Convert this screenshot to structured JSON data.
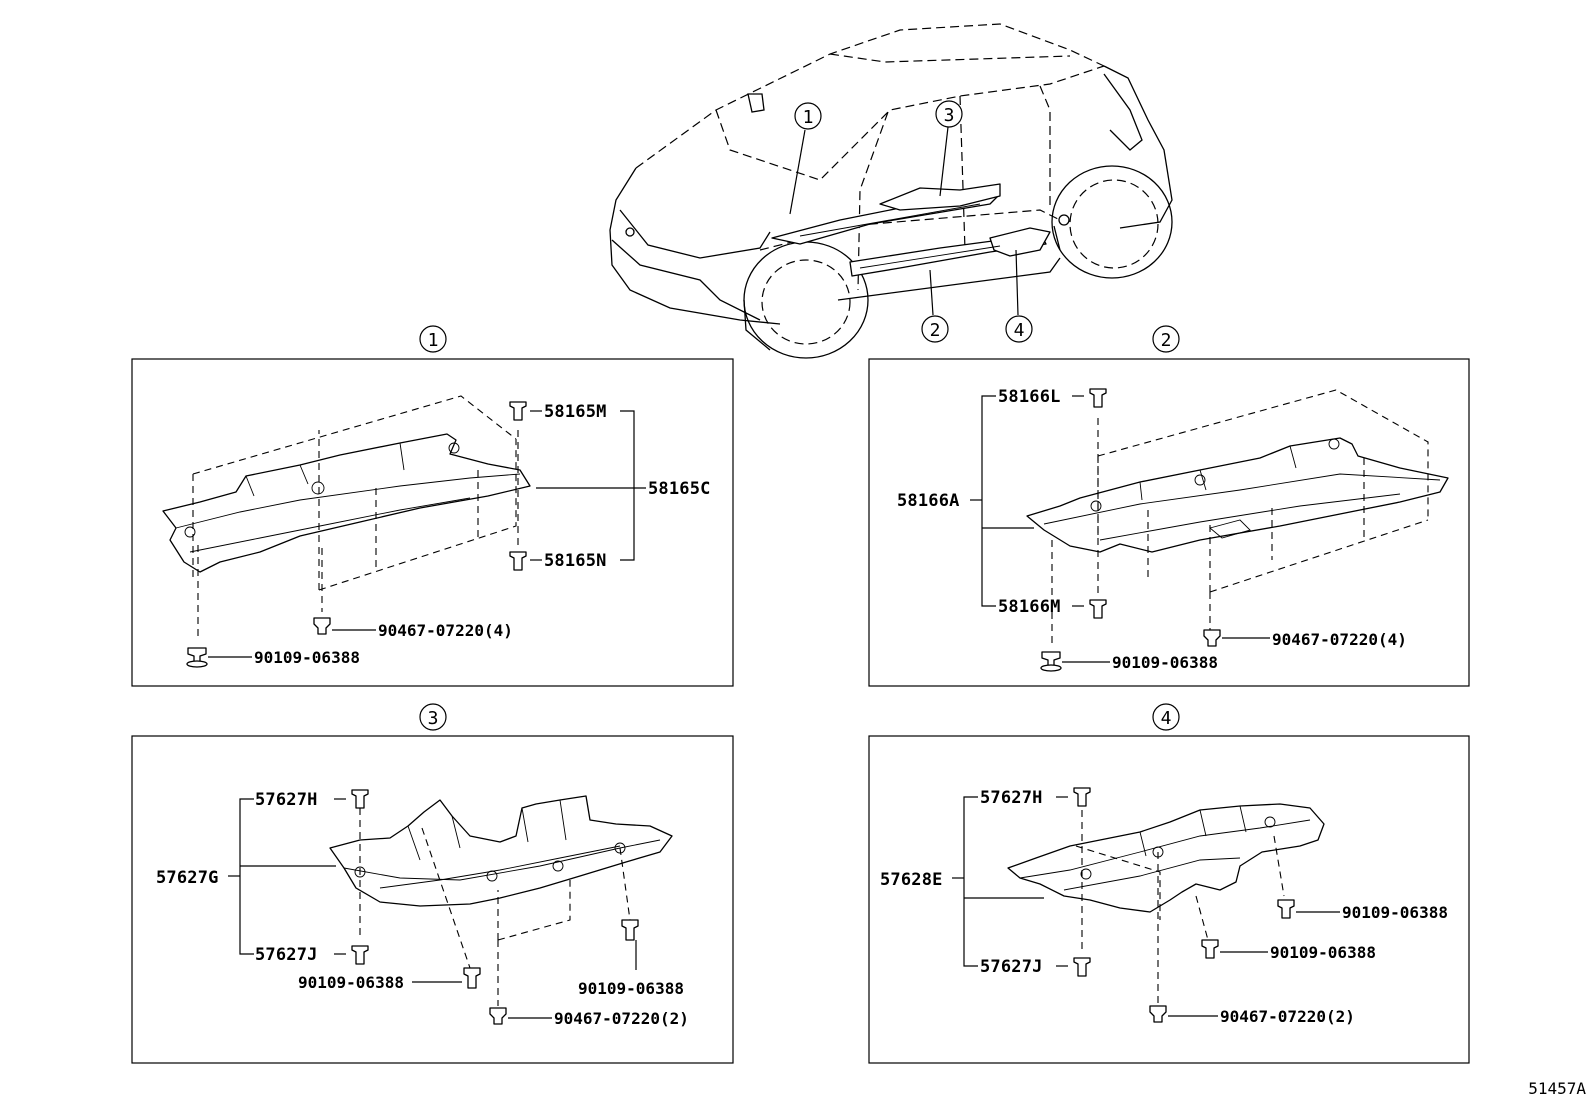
{
  "callouts": {
    "c1": "1",
    "c2": "2",
    "c3": "3",
    "c4": "4"
  },
  "panel1": {
    "p_58165M": "58165M",
    "p_58165C": "58165C",
    "p_58165N": "58165N",
    "p_90467": "90467-07220(4)",
    "p_90109": "90109-06388"
  },
  "panel2": {
    "p_58166L": "58166L",
    "p_58166A": "58166A",
    "p_58166M": "58166M",
    "p_90467": "90467-07220(4)",
    "p_90109": "90109-06388"
  },
  "panel3": {
    "p_57627H": "57627H",
    "p_57627G": "57627G",
    "p_57627J": "57627J",
    "p_90109_a": "90109-06388",
    "p_90109_b": "90109-06388",
    "p_90467": "90467-07220(2)"
  },
  "panel4": {
    "p_57627H": "57627H",
    "p_57628E": "57628E",
    "p_57627J": "57627J",
    "p_90109_a": "90109-06388",
    "p_90109_b": "90109-06388",
    "p_90467": "90467-07220(2)"
  },
  "figure_id": "51457A"
}
